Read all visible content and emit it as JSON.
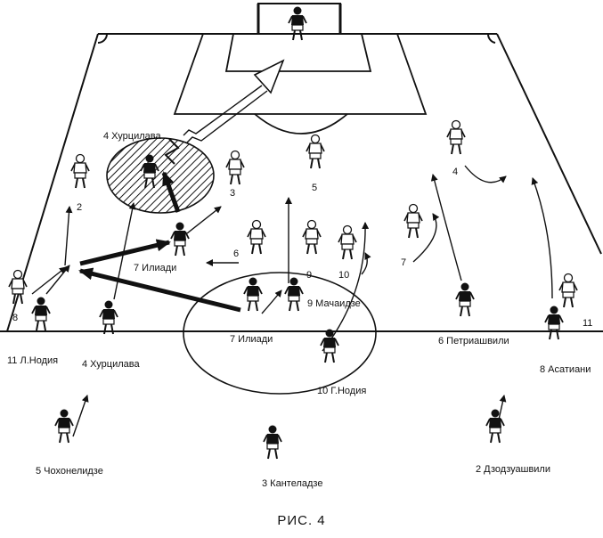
{
  "caption": "РИС. 4",
  "labels": {
    "khurtsilava_top": "4 Хурцилава",
    "iliadi_mid": "7 Илиади",
    "machaidze": "9 Мачаидзе",
    "iliadi_low": "7 Илиади",
    "petriashvili": "6 Петриашвили",
    "asatiani": "8 Асатиани",
    "l_nodia": "11 Л.Нодия",
    "khurtsilava_low": "4 Хурцилава",
    "g_nodia": "10 Г.Нодия",
    "chokhonelidze": "5 Чохонелидзе",
    "kanteladze": "3 Кантеладзе",
    "dzodzuashvili": "2 Дзодзуашвили"
  },
  "numbers": {
    "n2": "2",
    "n3": "3",
    "n4": "4",
    "n5": "5",
    "n6": "6",
    "n7": "7",
    "n8": "8",
    "n9": "9",
    "n10": "10",
    "n11": "11"
  }
}
